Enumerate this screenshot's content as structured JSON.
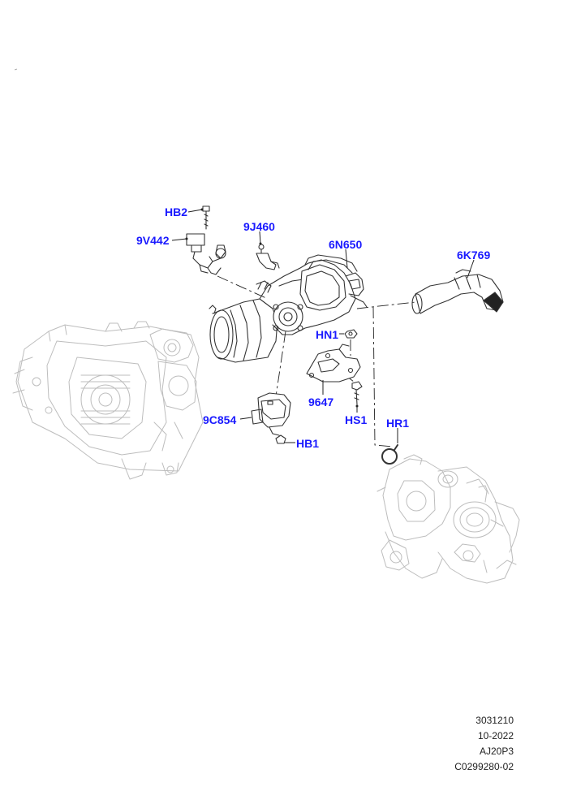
{
  "accent_color": "#1a1aff",
  "labels": {
    "hb2": "HB2",
    "v442": "9V442",
    "j460": "9J460",
    "n650": "6N650",
    "k769": "6K769",
    "hn1": "HN1",
    "p9647": "9647",
    "hs1": "HS1",
    "hr1": "HR1",
    "c854": "9C854",
    "hb1": "HB1"
  },
  "footer": {
    "line1": "3031210",
    "line2": "10-2022",
    "line3": "AJ20P3",
    "line4": "C0299280-02"
  }
}
